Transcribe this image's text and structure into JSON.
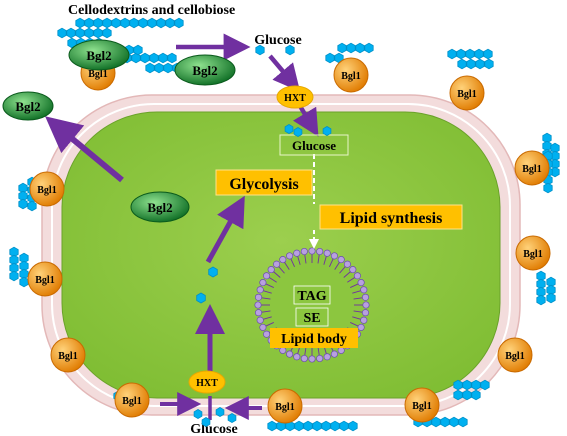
{
  "title": "Cellodextrins and cellobiose",
  "enzymes": {
    "secreted": "Bgl2",
    "surface": "Bgl1"
  },
  "transporter": "HXT",
  "metabolites": {
    "glucose": "Glucose"
  },
  "pathways": {
    "glycolysis": "Glycolysis",
    "lipid_synthesis": "Lipid synthesis"
  },
  "lipid_body": {
    "label": "Lipid body",
    "components": [
      "TAG",
      "SE"
    ]
  },
  "colors": {
    "cytoplasm": "#8cc63f",
    "cell_wall": "#f2d6d6",
    "arrow": "#7030a0",
    "label_box": "#ffc000",
    "glucose_unit": "#00b0f0",
    "bgl1_fill": "#f39c12",
    "bgl2_fill": "#1e9b3a"
  }
}
